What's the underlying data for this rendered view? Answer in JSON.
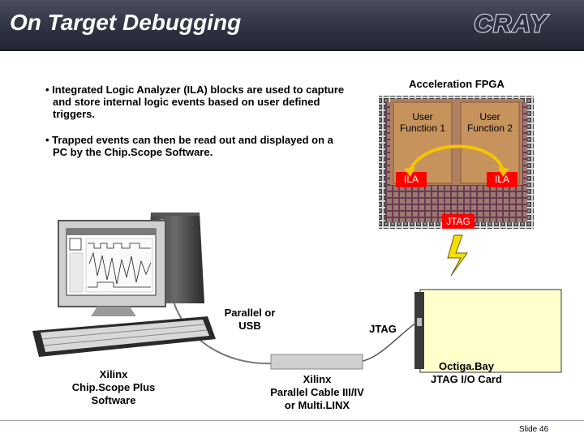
{
  "header": {
    "title": "On Target Debugging",
    "logo_text": "CRAY"
  },
  "bullets": [
    {
      "line1": "• Integrated Logic Analyzer (ILA) blocks are used to capture",
      "line2": "and store internal logic events based on user defined",
      "line3": "triggers."
    },
    {
      "line1": "• Trapped events can then be read out and displayed on a",
      "line2": "PC by the Chip.Scope Software."
    }
  ],
  "fpga": {
    "title": "Acceleration FPGA",
    "function1_line1": "User",
    "function1_line2": "Function 1",
    "function2_line1": "User",
    "function2_line2": "Function 2",
    "ila_left": "ILA",
    "ila_right": "ILA",
    "jtag": "JTAG",
    "colors": {
      "body": "#b07f5e",
      "function_block": "#c6935c",
      "accent": "#ff0000",
      "arrow": "#f5c400"
    }
  },
  "labels": {
    "parallel_usb_line1": "Parallel or",
    "parallel_usb_line2": "USB",
    "jtag_cable": "JTAG",
    "pc_line1": "Xilinx",
    "pc_line2": "Chip.Scope Plus",
    "pc_line3": "Software",
    "cable_line1": "Xilinx",
    "cable_line2": "Parallel Cable III/IV",
    "cable_line3": "or Multi.LINX",
    "card_line1": "Octiga.Bay",
    "card_line2": "JTAG I/O Card"
  },
  "footer": {
    "slide": "Slide 46"
  }
}
